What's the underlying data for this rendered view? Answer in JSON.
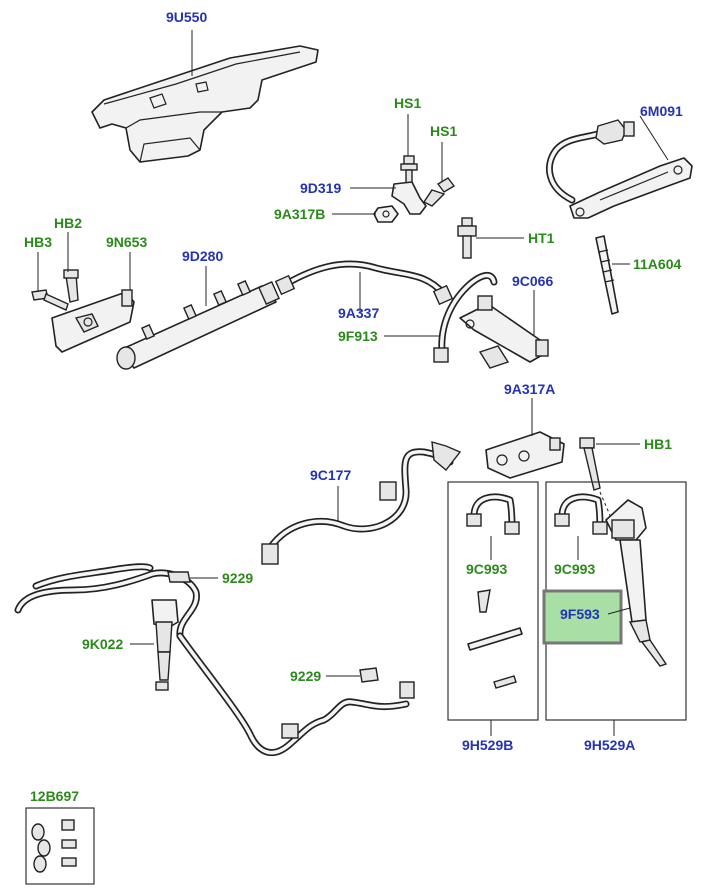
{
  "colors": {
    "blue": "#2333b8",
    "green": "#2a8a1a",
    "highlight_fill": "#a8dfa5",
    "highlight_border": "#777777"
  },
  "labels": {
    "p9U550": "9U550",
    "pHS1a": "HS1",
    "pHS1b": "HS1",
    "p6M091": "6M091",
    "p9D319": "9D319",
    "p9A317B": "9A317B",
    "pHB2": "HB2",
    "pHB3": "HB3",
    "p9N653": "9N653",
    "p9D280": "9D280",
    "pHT1": "HT1",
    "p11A604": "11A604",
    "p9C066": "9C066",
    "p9A337": "9A337",
    "p9F913": "9F913",
    "p9A317A": "9A317A",
    "pHB1": "HB1",
    "p9C177": "9C177",
    "p9C993a": "9C993",
    "p9C993b": "9C993",
    "p9F593": "9F593",
    "p9229a": "9229",
    "p9K022": "9K022",
    "p9229b": "9229",
    "p9H529B": "9H529B",
    "p9H529A": "9H529A",
    "p12B697": "12B697"
  }
}
